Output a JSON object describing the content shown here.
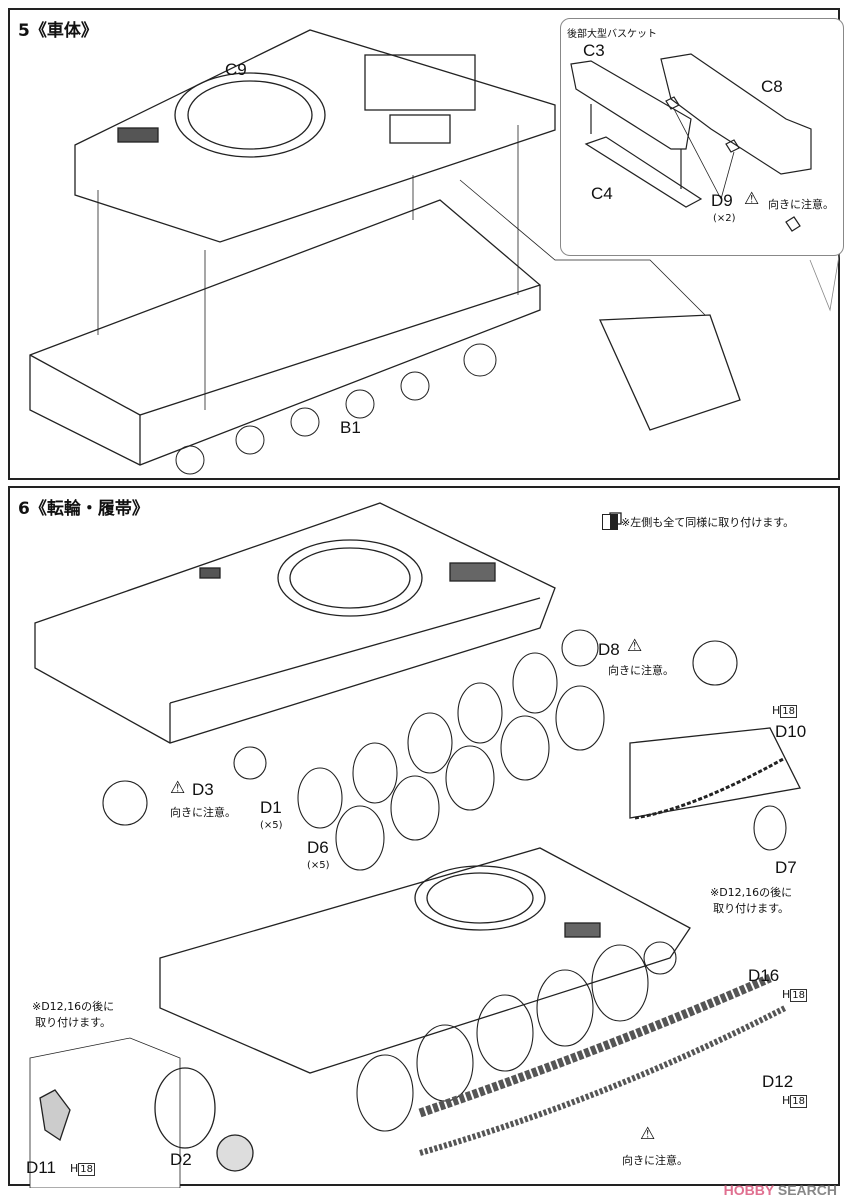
{
  "step5": {
    "number": "5",
    "title": "《車体》",
    "parts": {
      "c9": "C9",
      "b1": "B1",
      "c3": "C3",
      "c4": "C4",
      "c8": "C8",
      "d9": "D9",
      "d9_qty": "(×2)"
    },
    "inset_title": "後部大型バスケット",
    "caution": "向きに注意。"
  },
  "step6": {
    "number": "6",
    "title": "《転輪・履帯》",
    "note_both_sides": "※左側も全て同様に取り付けます。",
    "parts": {
      "d8": "D8",
      "d3": "D3",
      "d1": "D1",
      "d1_qty": "(×5)",
      "d6": "D6",
      "d6_qty": "(×5)",
      "d10": "D10",
      "d7": "D7",
      "d16": "D16",
      "d12": "D12",
      "d11": "D11",
      "d2": "D2"
    },
    "runner": "H",
    "runner_no": "18",
    "caution": "向きに注意。",
    "note_after_tracks": "※D12,16の後に",
    "note_after_tracks2": "取り付けます。"
  },
  "watermark": {
    "brand": "HOBBY",
    "suffix": "SEARCH"
  },
  "colors": {
    "line": "#222222",
    "watermark": "#e07090"
  }
}
